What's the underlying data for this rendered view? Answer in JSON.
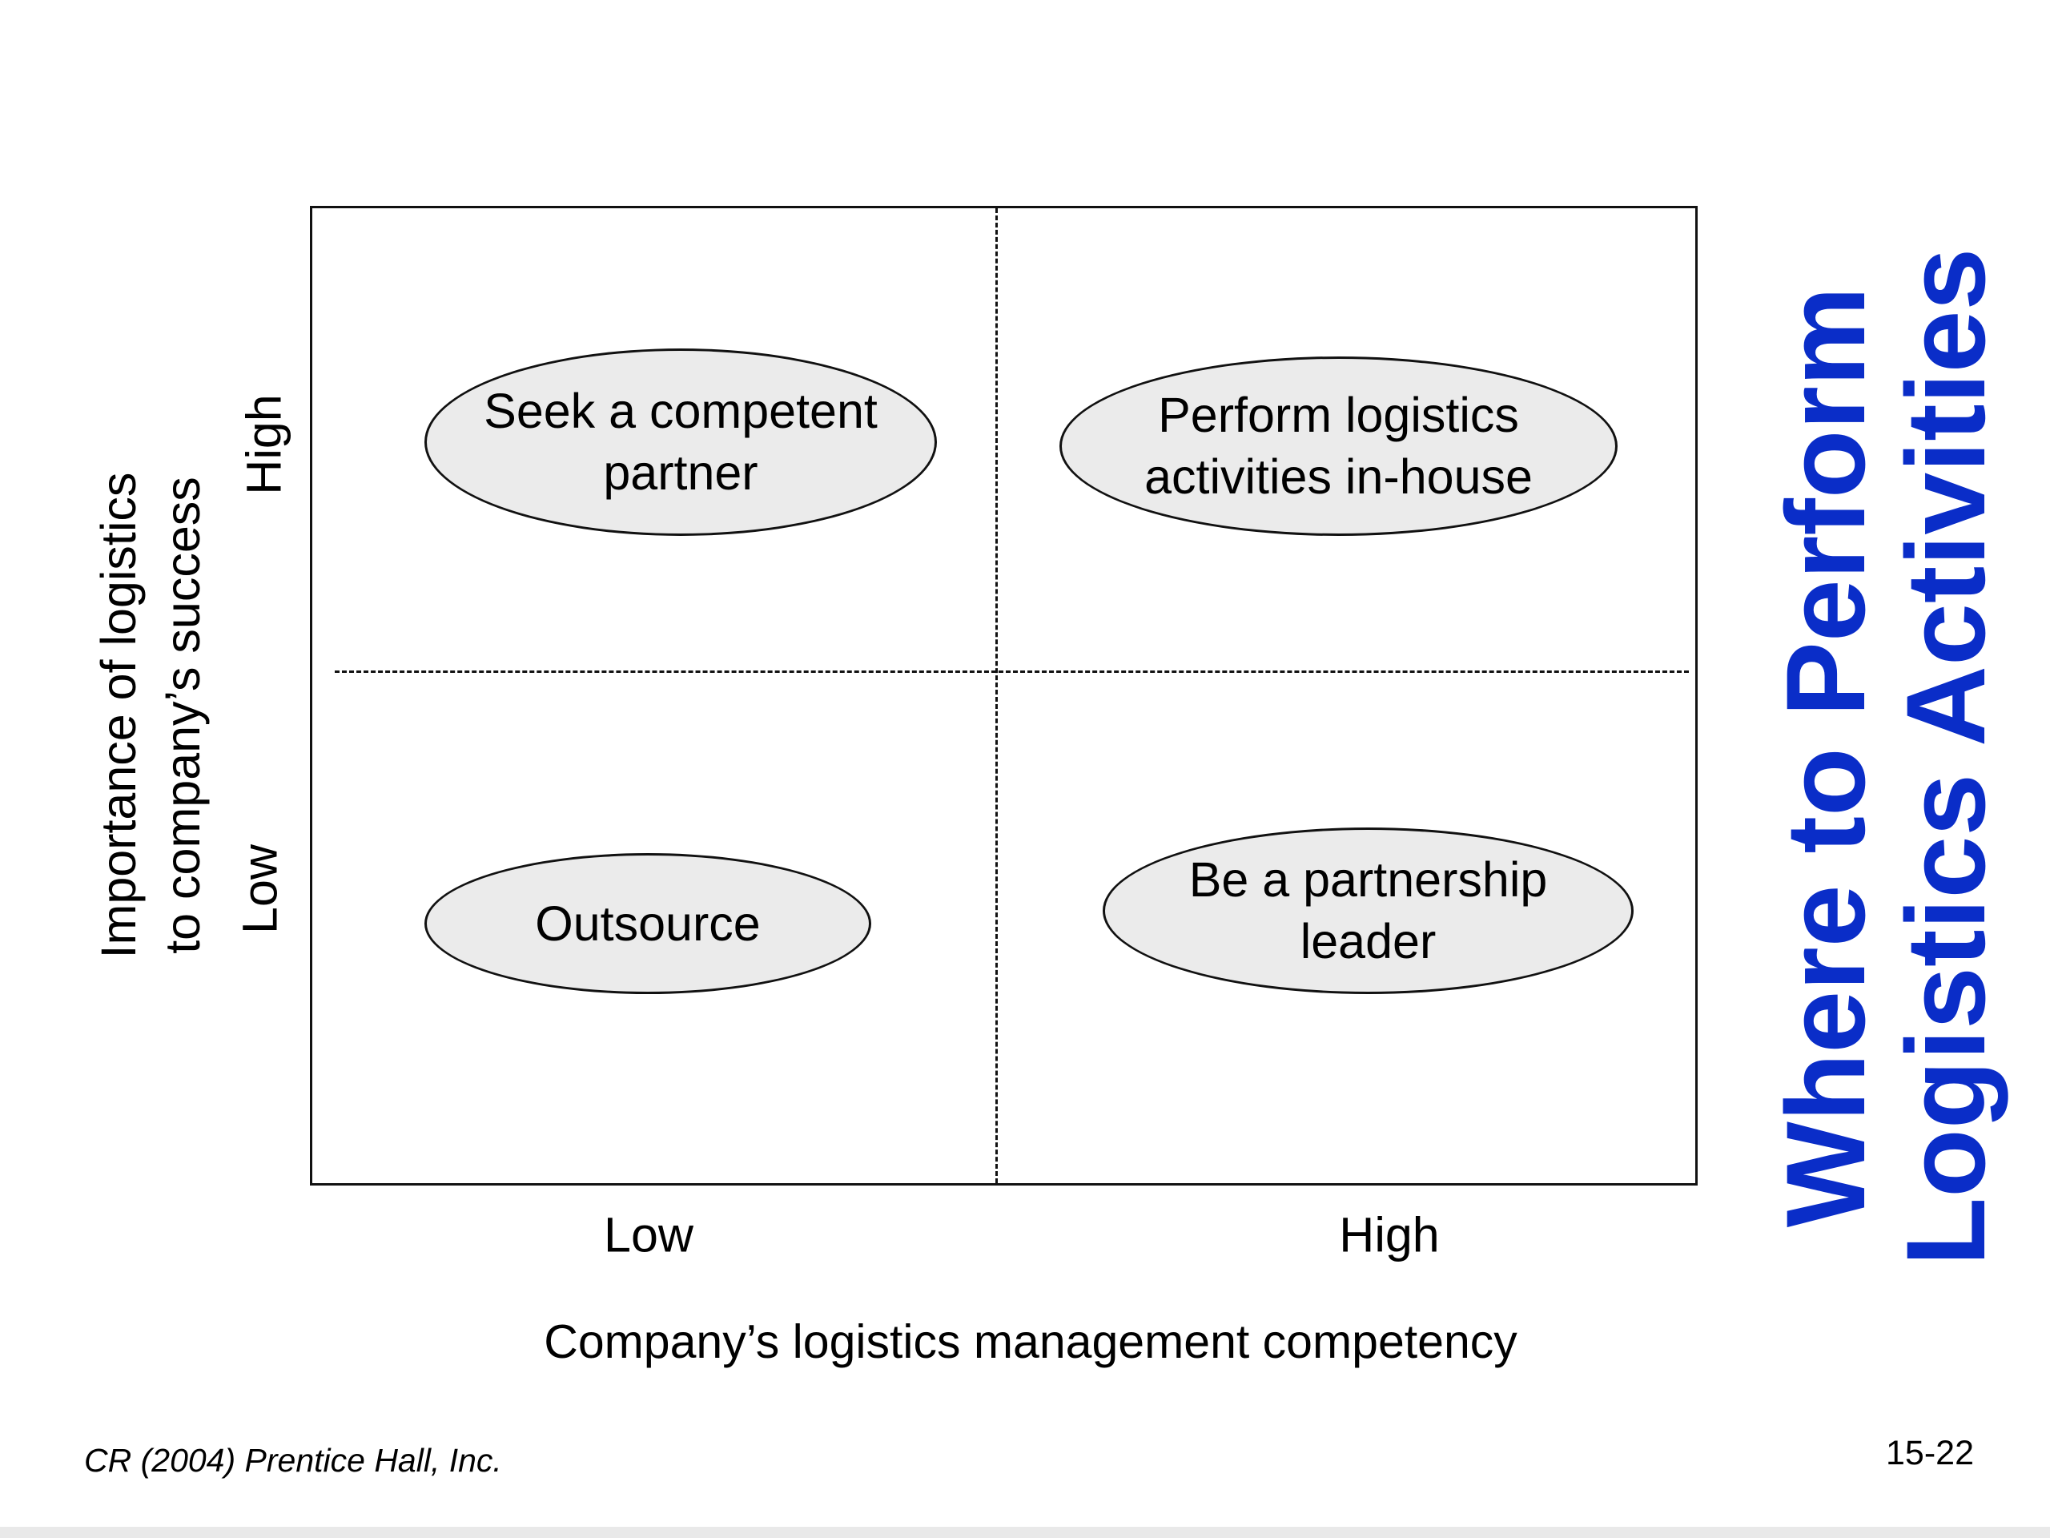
{
  "title": "Where to Perform\nLogistics Activities",
  "title_color": "#0a2dc8",
  "y_axis": {
    "label": "Importance of logistics\nto company’s success",
    "high": "High",
    "low": "Low"
  },
  "x_axis": {
    "label": "Company’s logistics management competency",
    "low": "Low",
    "high": "High"
  },
  "quadrants": {
    "top_left": "Seek a competent\npartner",
    "top_right": "Perform logistics\nactivities in-house",
    "bottom_left": "Outsource",
    "bottom_right": "Be a partnership\nleader"
  },
  "footer": {
    "copyright": "CR (2004) Prentice Hall, Inc.",
    "slide_number": "15-22"
  },
  "colors": {
    "ellipse_fill": "#ebebeb",
    "lines": "#111111"
  }
}
